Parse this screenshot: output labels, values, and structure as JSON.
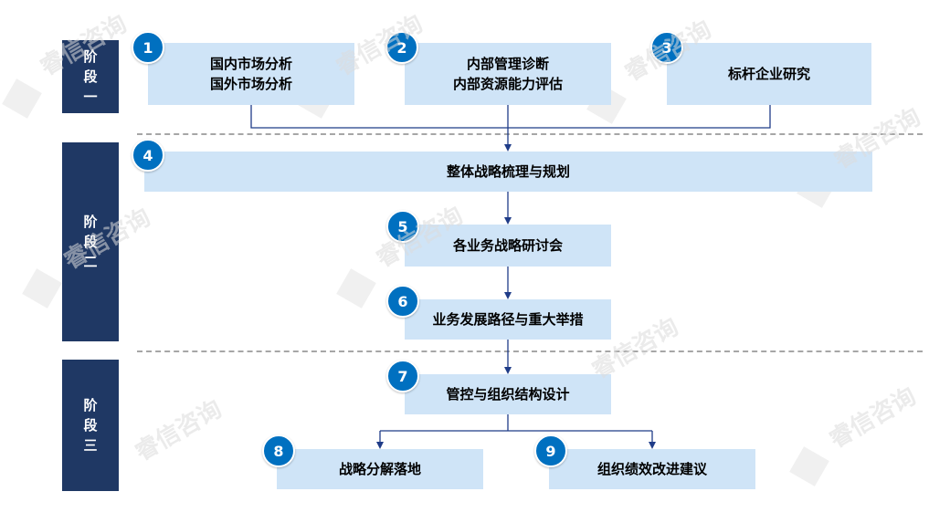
{
  "stages": [
    {
      "id": "stage-1",
      "chars": [
        "阶",
        "段",
        "一"
      ]
    },
    {
      "id": "stage-2",
      "chars": [
        "阶",
        "段",
        "二"
      ]
    },
    {
      "id": "stage-3",
      "chars": [
        "阶",
        "段",
        "三"
      ]
    }
  ],
  "steps": [
    {
      "num": "1",
      "lines": [
        "国内市场分析",
        "国外市场分析"
      ]
    },
    {
      "num": "2",
      "lines": [
        "内部管理诊断",
        "内部资源能力评估"
      ]
    },
    {
      "num": "3",
      "lines": [
        "标杆企业研究"
      ]
    },
    {
      "num": "4",
      "lines": [
        "整体战略梳理与规划"
      ]
    },
    {
      "num": "5",
      "lines": [
        "各业务战略研讨会"
      ]
    },
    {
      "num": "6",
      "lines": [
        "业务发展路径与重大举措"
      ]
    },
    {
      "num": "7",
      "lines": [
        "管控与组织结构设计"
      ]
    },
    {
      "num": "8",
      "lines": [
        "战略分解落地"
      ]
    },
    {
      "num": "9",
      "lines": [
        "组织绩效改进建议"
      ]
    }
  ],
  "watermark": "睿信咨询",
  "colors": {
    "stage_bg": "#1f3864",
    "box_bg": "#cfe4f7",
    "badge_bg": "#0070c0",
    "connector": "#1f3c88",
    "divider": "#a6a6a6"
  }
}
